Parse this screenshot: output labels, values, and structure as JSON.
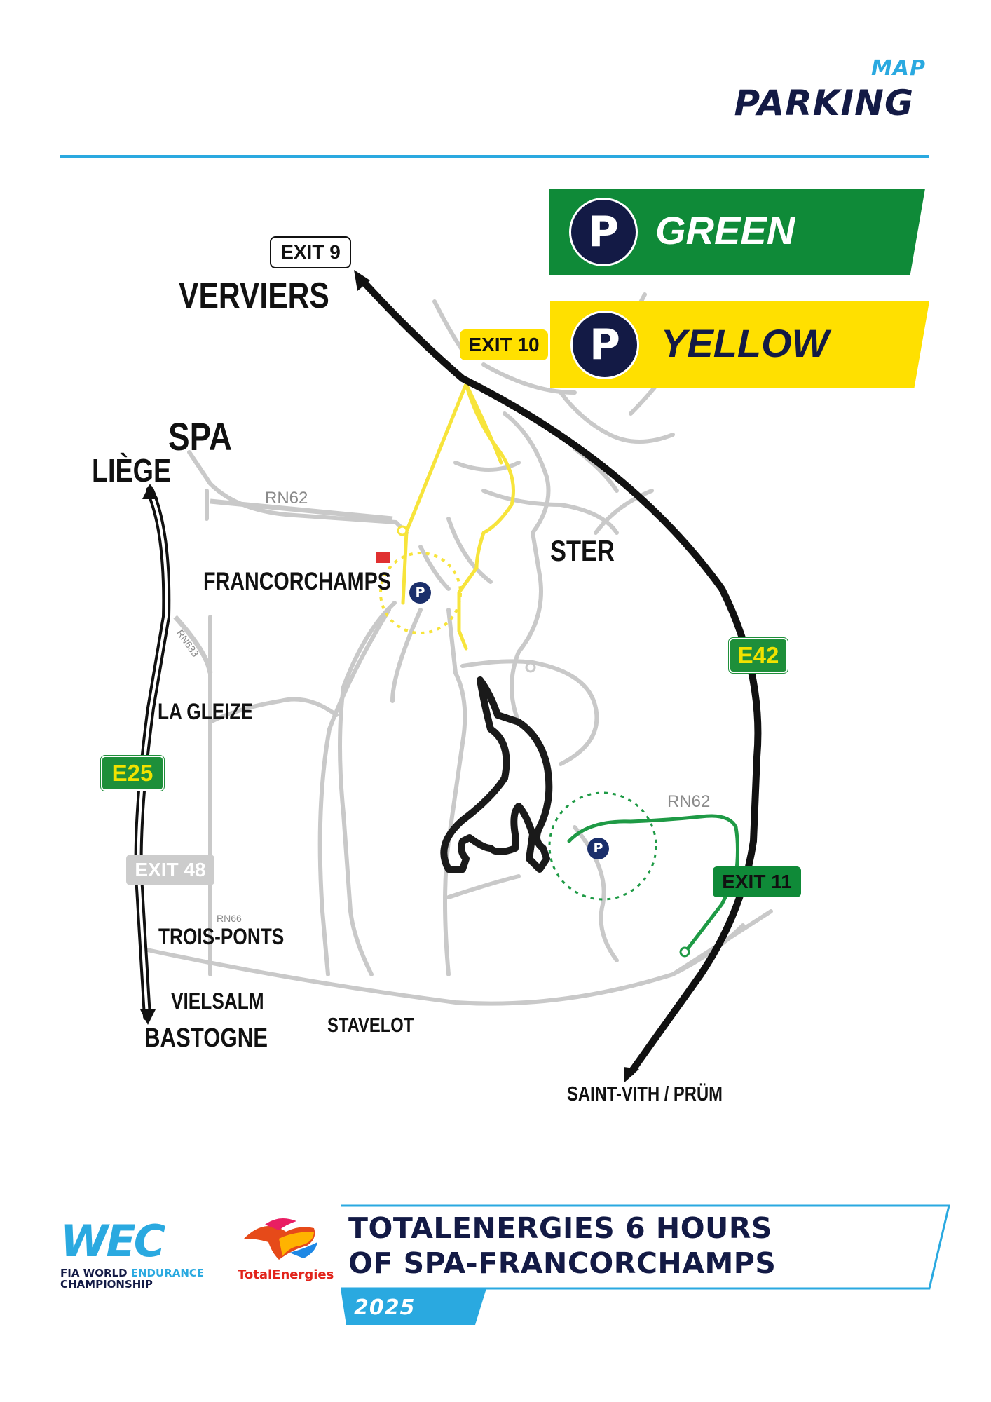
{
  "header": {
    "map_label": "MAP",
    "title": "PARKING"
  },
  "legend": {
    "green": {
      "icon": "P",
      "label": "GREEN",
      "color": "#0f8a38"
    },
    "yellow": {
      "icon": "P",
      "label": "YELLOW",
      "color": "#ffe000"
    }
  },
  "exits": {
    "exit9": "EXIT 9",
    "exit10": "EXIT 10",
    "exit11": "EXIT 11",
    "exit48": "EXIT 48"
  },
  "highways": {
    "e42": "E42",
    "e25": "E25"
  },
  "roads": {
    "rn62_north": "RN62",
    "rn62_south": "RN62",
    "rn633": "RN633",
    "rn66": "RN66"
  },
  "places": {
    "verviers": "VERVIERS",
    "spa": "SPA",
    "liege": "LIÈGE",
    "francorchamps": "FRANCORCHAMPS",
    "ster": "STER",
    "la_gleize": "LA GLEIZE",
    "trois_ponts": "TROIS-PONTS",
    "vielsalm": "VIELSALM",
    "bastogne": "BASTOGNE",
    "stavelot": "STAVELOT",
    "saint_vith": "SAINT-VITH / PRÜM"
  },
  "parking_markers": {
    "yellow_p": "P",
    "green_p": "P"
  },
  "footer": {
    "wec_logo": "WEC",
    "wec_caption_line1": "FIA WORLD",
    "wec_caption_highlight": "ENDURANCE",
    "wec_caption_line2": "CHAMPIONSHIP",
    "total_logo": "TotalEnergies",
    "event_line1": "TOTALENERGIES 6 HOURS",
    "event_line2": "OF SPA-FRANCORCHAMPS",
    "year": "2025"
  },
  "colors": {
    "accent_blue": "#2aa9e0",
    "navy": "#131a45",
    "green": "#0f8a38",
    "yellow": "#ffe000",
    "road_gray": "#c9c9c9"
  }
}
